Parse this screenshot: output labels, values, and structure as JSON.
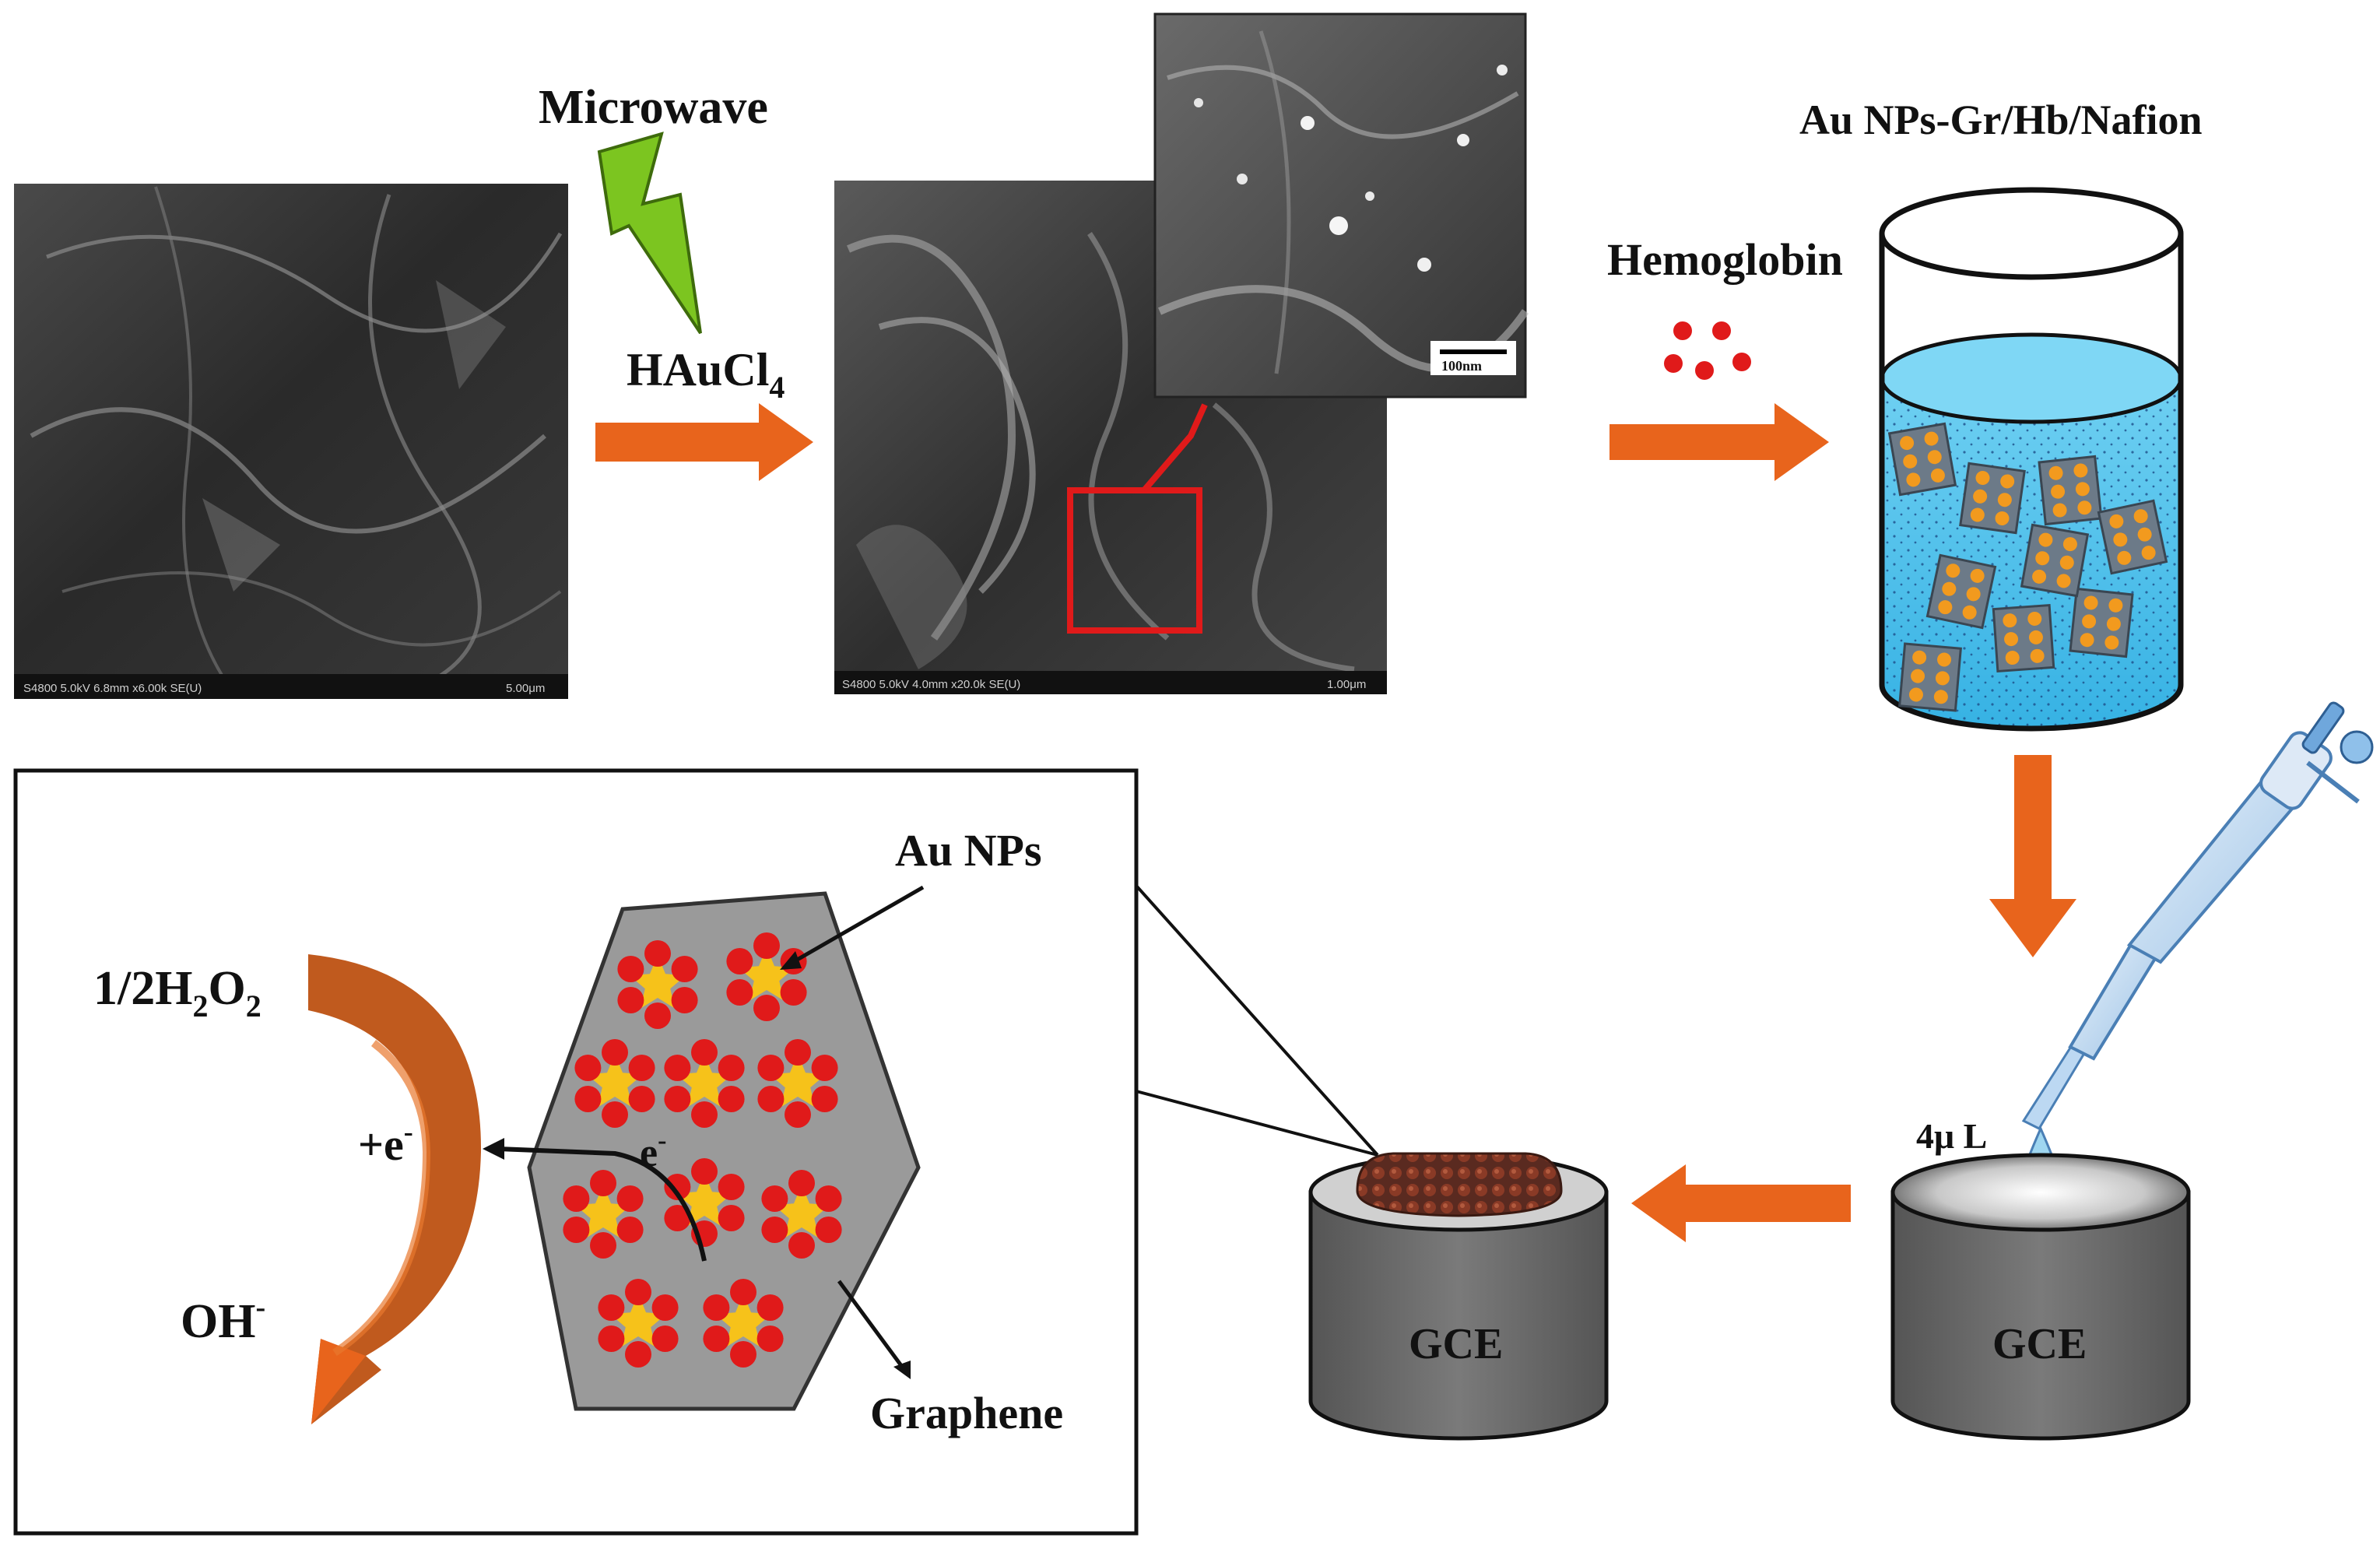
{
  "labels": {
    "microwave": "Microwave",
    "haucl4_main": "HAuCl",
    "haucl4_sub": "4",
    "hemoglobin": "Hemoglobin",
    "beaker_title": "Au NPs-Gr/Hb/Nafion",
    "volume": "4μ L",
    "gce_left": "GCE",
    "gce_right": "GCE",
    "au_nps": "Au NPs",
    "graphene": "Graphene",
    "electron": "e",
    "electron_sup": "-",
    "plus_e": "+e",
    "plus_e_sup": "-",
    "h2o2_a": "1/2H",
    "h2o2_sub1": "2",
    "h2o2_b": "O",
    "h2o2_sub2": "2",
    "oh": "OH",
    "oh_sup": "-",
    "sem1_footer": "S4800 5.0kV 6.8mm x6.00k SE(U)",
    "sem1_scale": "5.00μm",
    "sem2_footer": "S4800 5.0kV 4.0mm x20.0k SE(U)",
    "sem2_scale": "1.00μm",
    "inset_scale": "100nm"
  },
  "colors": {
    "arrow_orange": "#e8641c",
    "bolt_green": "#7cc520",
    "liquid_blue": "#4cc0ea",
    "gce_gray": "#6e6e6e",
    "au_red": "#e01a1a",
    "au_yellow": "#f6c21a",
    "curve_brown": "#c05a1e"
  }
}
